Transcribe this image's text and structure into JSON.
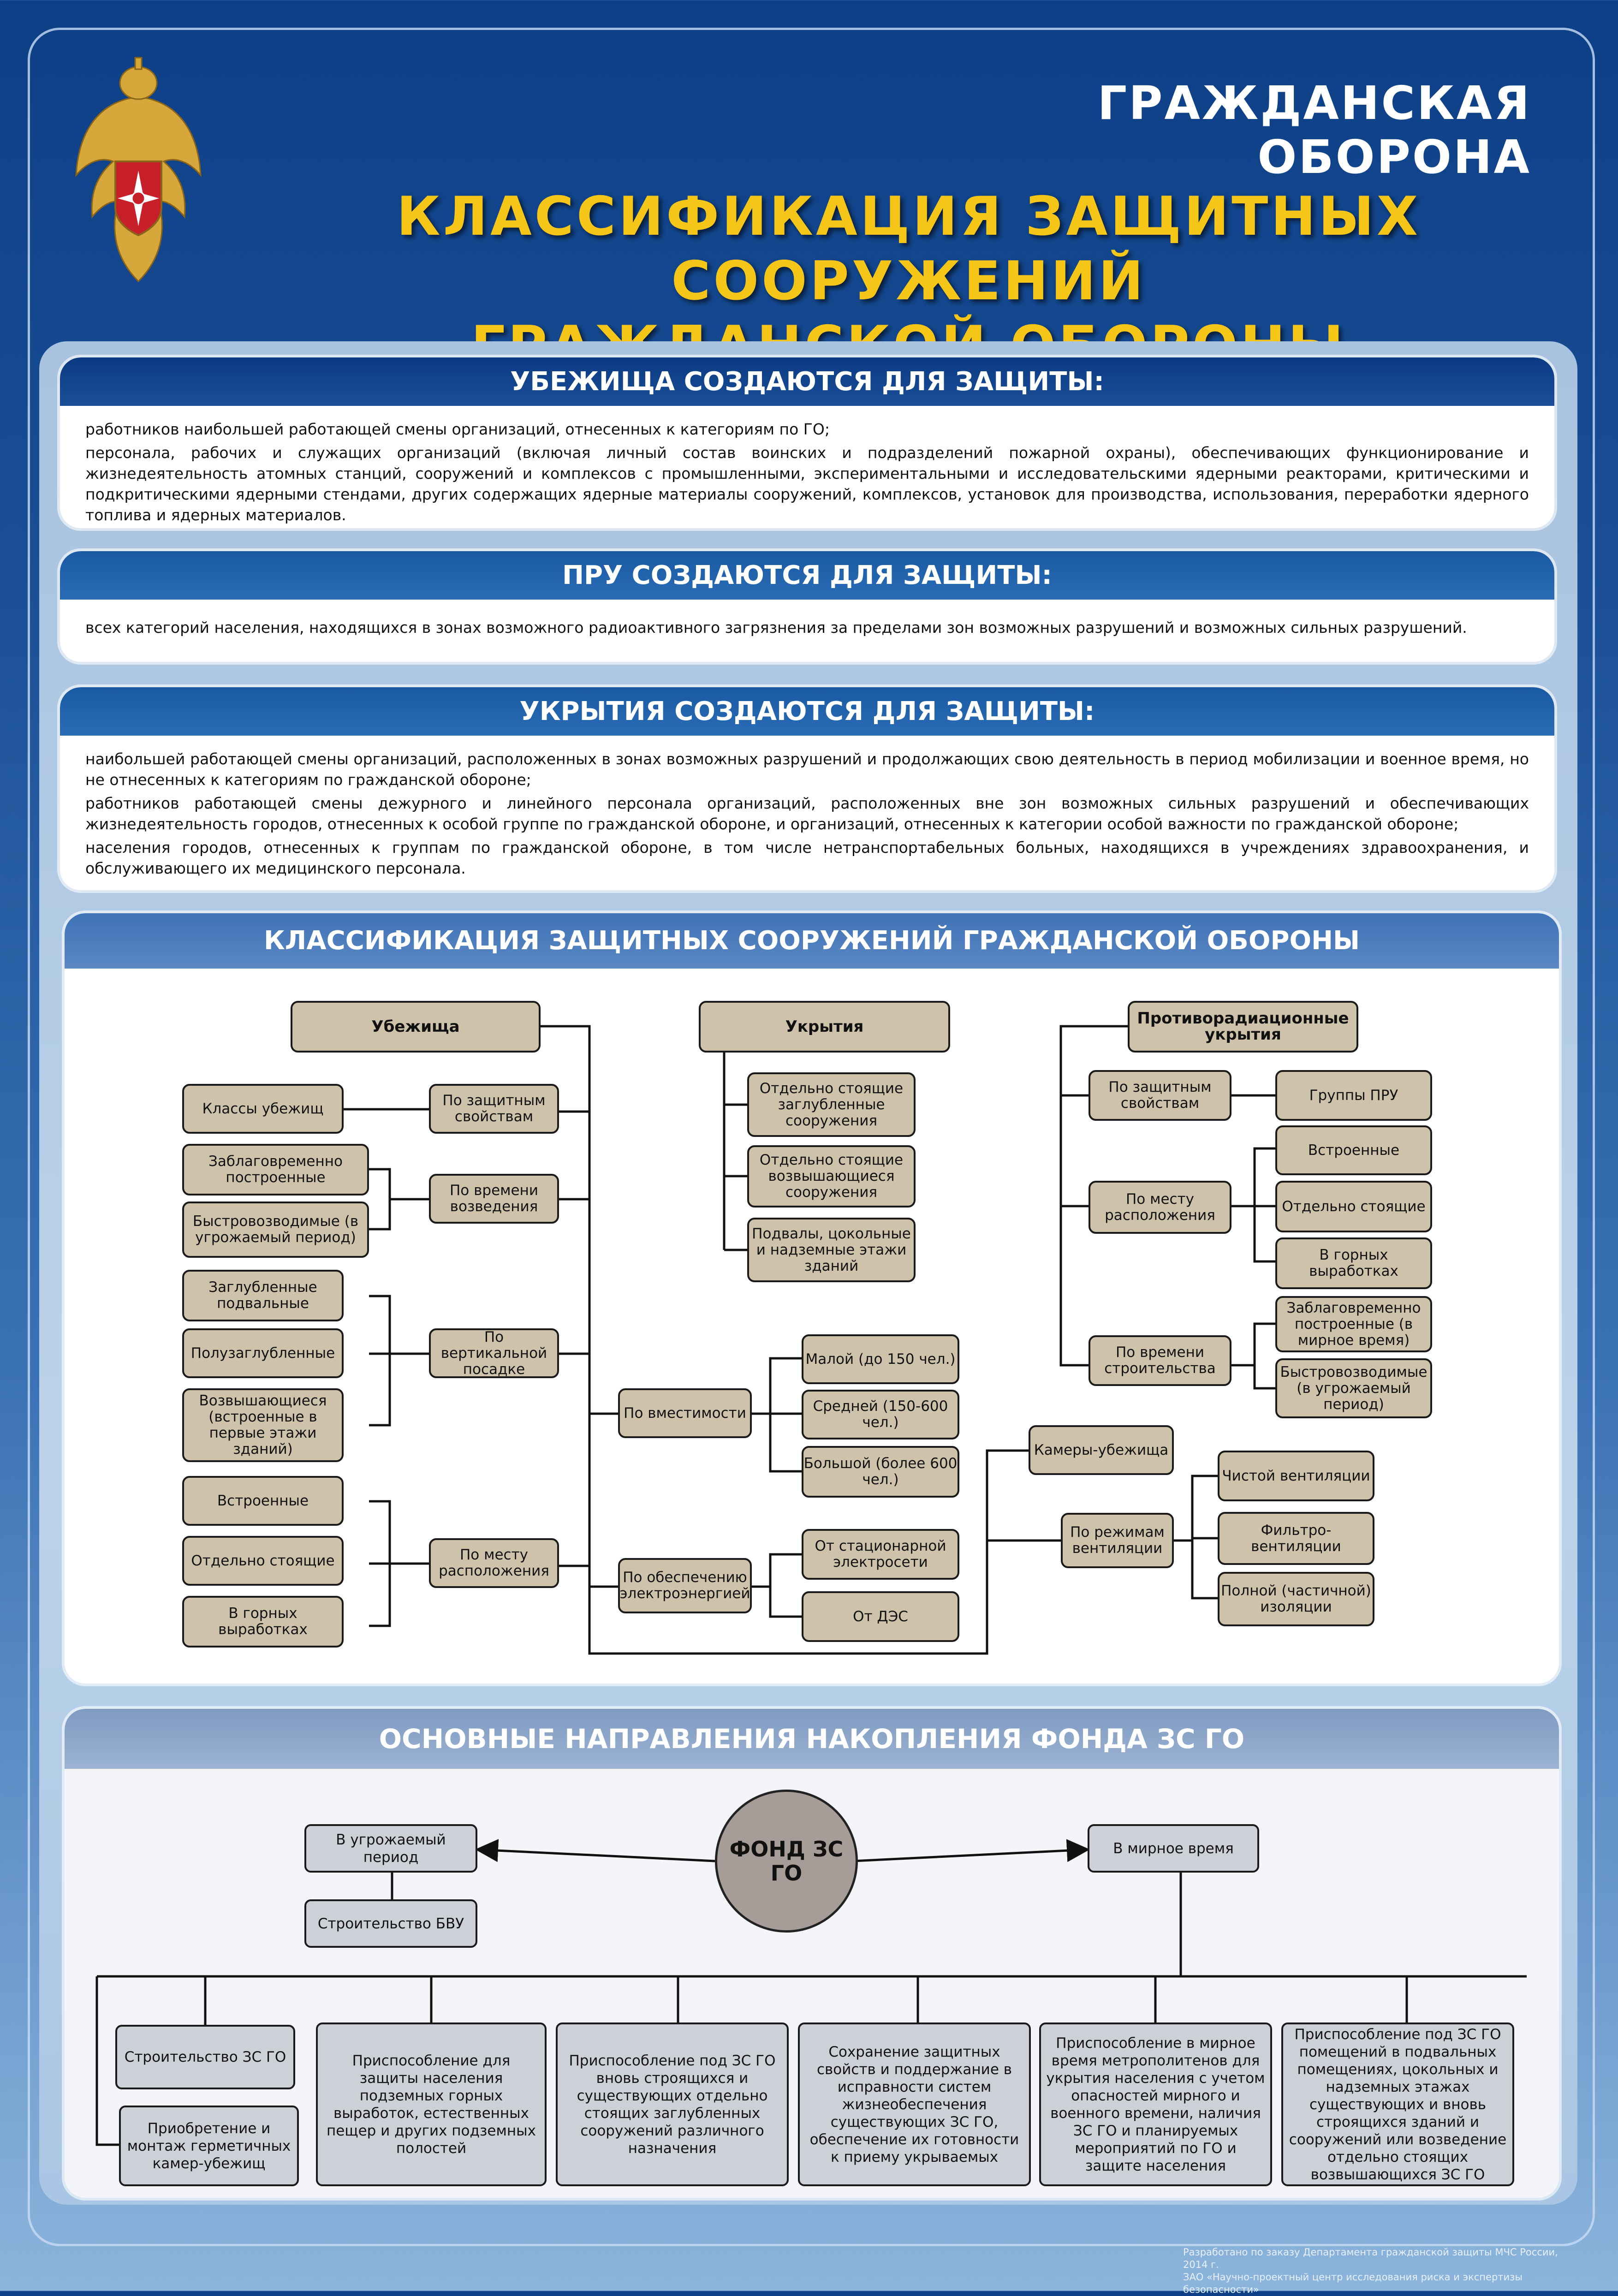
{
  "header": {
    "org": "ГРАЖДАНСКАЯ ОБОРОНА",
    "title_line1": "КЛАССИФИКАЦИЯ ЗАЩИТНЫХ СООРУЖЕНИЙ",
    "title_line2": "ГРАЖДАНСКОЙ ОБОРОНЫ"
  },
  "colors": {
    "title": "#f5c518",
    "box_fill": "#cfc2ab",
    "grey_box": "#cdd0d6",
    "fund_circle": "#a79d98"
  },
  "icons": {
    "emblem": "mchs-emblem-eagle"
  },
  "shelters": {
    "title": "УБЕЖИЩА СОЗДАЮТСЯ ДЛЯ ЗАЩИТЫ:",
    "items": [
      "работников наибольшей работающей смены организаций, отнесенных к категориям по ГО;",
      "персонала, рабочих и служащих организаций (включая личный состав воинских и подразделений пожарной охраны), обеспечивающих функционирование и жизнедеятельность атомных станций, сооружений и комплексов с промышленными, экспериментальными и исследовательскими ядерными реакторами, критическими и подкритическими ядерными стендами, других содержащих ядерные материалы сооружений, комплексов, установок для производства, использования, переработки ядерного топлива и ядерных материалов."
    ]
  },
  "pru": {
    "title": "ПРУ СОЗДАЮТСЯ ДЛЯ ЗАЩИТЫ:",
    "items": [
      "всех категорий населения, находящихся в зонах возможного радиоактивного загрязнения за пределами зон возможных разрушений и возможных сильных разрушений."
    ]
  },
  "covers": {
    "title": "УКРЫТИЯ СОЗДАЮТСЯ ДЛЯ ЗАЩИТЫ:",
    "items": [
      "наибольшей работающей смены организаций, расположенных в зонах возможных разрушений и продолжающих свою деятельность в период мобилизации и военное время, но не отнесенных к категориям по гражданской обороне;",
      "работников работающей смены дежурного и линейного персонала организаций, расположенных вне зон возможных сильных разрушений и обеспечивающих жизнедеятельность городов, отнесенных к особой группе по гражданской обороне, и организаций, отнесенных к категории особой важности по гражданской обороне;",
      "населения городов, отнесенных к группам по гражданской обороне, в том числе нетранспортабельных больных, находящихся в учреждениях здравоохранения, и обслуживающего их медицинского персонала."
    ]
  },
  "classification": {
    "title": "КЛАССИФИКАЦИЯ ЗАЩИТНЫХ СООРУЖЕНИЙ ГРАЖДАНСКОЙ ОБОРОНЫ",
    "shelters": "Убежища",
    "covers": "Укрытия",
    "pru": "Противорадиационные укрытия",
    "s_prot": "По защитным свойствам",
    "s_classes": "Классы убежищ",
    "s_time": "По времени возведения",
    "s_pre": "Заблаговременно построенные",
    "s_fast": "Быстровозводимые (в угрожаемый период)",
    "s_vert": "По вертикальной посадке",
    "s_deep": "Заглубленные подвальные",
    "s_semi": "Полузаглубленные",
    "s_elev": "Возвышающиеся (встроенные в первые этажи зданий)",
    "s_loc": "По месту расположения",
    "s_built": "Встроенные",
    "s_sep": "Отдельно стоящие",
    "s_mine": "В горных выработках",
    "s_cap": "По вместимости",
    "cap_small": "Малой (до 150 чел.)",
    "cap_mid": "Средней (150-600 чел.)",
    "cap_big": "Большой (более 600 чел.)",
    "s_power": "По обеспечению электроэнергией",
    "pw_grid": "От стационарной электросети",
    "pw_des": "От ДЭС",
    "cams": "Камеры-убежища",
    "vent": "По режимам вентиляции",
    "v_clean": "Чистой вентиляции",
    "v_filter": "Фильтро-вентиляции",
    "v_iso": "Полной (частичной) изоляции",
    "c_deep": "Отдельно стоящие заглубленные сооружения",
    "c_elev": "Отдельно стоящие возвышающиеся сооружения",
    "c_base": "Подвалы, цокольные и надземные этажи зданий",
    "p_prot": "По защитным свойствам",
    "p_groups": "Группы ПРУ",
    "p_loc": "По месту расположения",
    "p_built": "Встроенные",
    "p_sep": "Отдельно стоящие",
    "p_mine": "В горных выработках",
    "p_time": "По времени строительства",
    "p_pre": "Заблаговременно построенные (в мирное время)",
    "p_fast": "Быстровозводимые (в угрожаемый период)"
  },
  "fund": {
    "title": "ОСНОВНЫЕ НАПРАВЛЕНИЯ НАКОПЛЕНИЯ ФОНДА ЗС ГО",
    "center": "ФОНД ЗС ГО",
    "threat": "В угрожаемый период",
    "bvu": "Строительство БВУ",
    "peace": "В мирное время",
    "b1": "Строительство ЗС ГО",
    "b1b": "Приобретение и монтаж герметичных камер-убежищ",
    "b2": "Приспособление для защиты населения подземных горных выработок, естественных пещер и других подземных полостей",
    "b3": "Приспособление под ЗС ГО вновь строящихся и существующих отдельно стоящих заглубленных сооружений различного назначения",
    "b4": "Сохранение защитных свойств и поддержание в исправности систем жизнеобеспечения существующих ЗС ГО, обеспечение их готовности к приему укрываемых",
    "b5": "Приспособление в мирное время метрополитенов для укрытия населения с учетом опасностей мирного и военного времени, наличия ЗС ГО и планируемых мероприятий по ГО и защите населения",
    "b6": "Приспособление под ЗС ГО помещений в подвальных помещениях, цокольных и надземных этажах существующих и вновь строящихся зданий и сооружений или возведение отдельно стоящих возвышающихся ЗС ГО"
  },
  "footer": {
    "line1": "Разработано по заказу Департамента гражданской защиты МЧС России, 2014 г.",
    "line2": "ЗАО «Научно-проектный центр исследования риска и экспертизы безопасности»"
  }
}
